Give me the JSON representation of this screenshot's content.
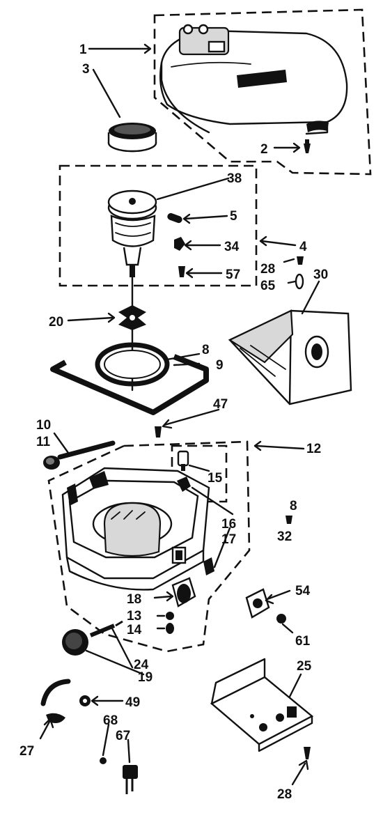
{
  "labels": {
    "l1": "1",
    "l2": "2",
    "l3": "3",
    "l38": "38",
    "l5": "5",
    "l34": "34",
    "l4": "4",
    "l57": "57",
    "l28a": "28",
    "l65": "65",
    "l30": "30",
    "l20": "20",
    "l8a": "8",
    "l9": "9",
    "l47": "47",
    "l10": "10",
    "l11": "11",
    "l12": "12",
    "l15": "15",
    "l8b": "8",
    "l32": "32",
    "l16": "16",
    "l17": "17",
    "l54": "54",
    "l18": "18",
    "l13": "13",
    "l14": "14",
    "l61": "61",
    "l24": "24",
    "l19": "19",
    "l25": "25",
    "l49": "49",
    "l27": "27",
    "l68": "68",
    "l67": "67",
    "l28b": "28"
  }
}
